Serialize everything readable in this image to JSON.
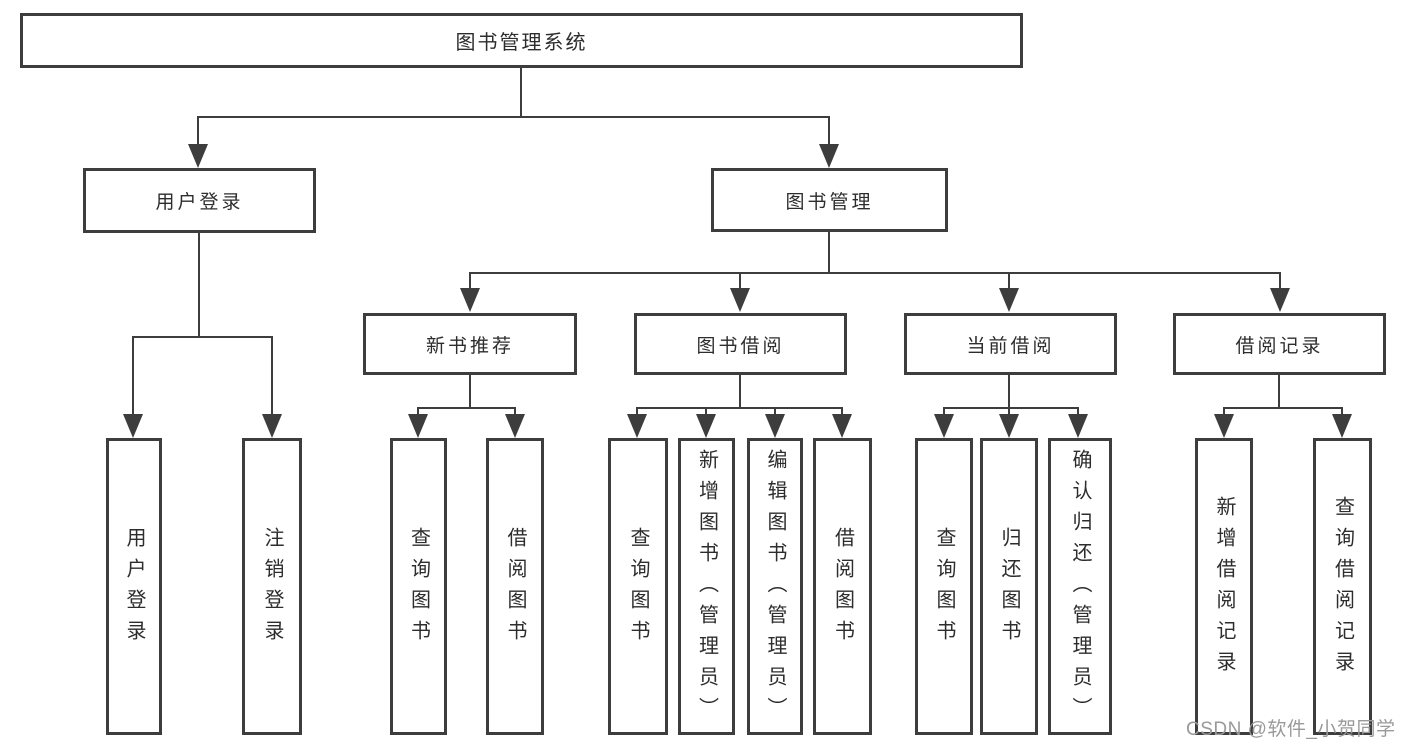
{
  "diagram_title": "图书管理系统",
  "colors": {
    "line": "#3d3d3d",
    "box_border": "#3d3d3d",
    "text": "#2d2d2d",
    "background": "#ffffff",
    "watermark": "#9a9a9a"
  },
  "tree": {
    "label": "图书管理系统",
    "children": [
      {
        "label": "用户登录",
        "children": [
          {
            "label": "用户登录"
          },
          {
            "label": "注销登录"
          }
        ]
      },
      {
        "label": "图书管理",
        "children": [
          {
            "label": "新书推荐",
            "children": [
              {
                "label": "查询图书"
              },
              {
                "label": "借阅图书"
              }
            ]
          },
          {
            "label": "图书借阅",
            "children": [
              {
                "label": "查询图书"
              },
              {
                "label": "新增图书（管理员）"
              },
              {
                "label": "编辑图书（管理员）"
              },
              {
                "label": "借阅图书"
              }
            ]
          },
          {
            "label": "当前借阅",
            "children": [
              {
                "label": "查询图书"
              },
              {
                "label": "归还图书"
              },
              {
                "label": "确认归还（管理员）"
              }
            ]
          },
          {
            "label": "借阅记录",
            "children": [
              {
                "label": "新增借阅记录"
              },
              {
                "label": "查询借阅记录"
              }
            ]
          }
        ]
      }
    ]
  },
  "watermark": {
    "text": "CSDN @软件_小贺同学"
  }
}
